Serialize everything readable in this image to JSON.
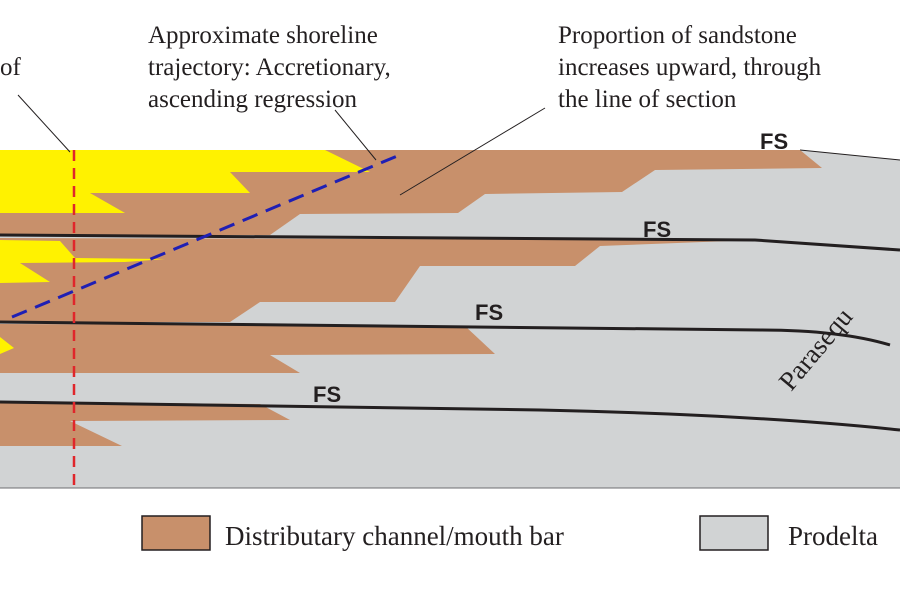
{
  "annotations": {
    "left_fragment": "of",
    "shoreline_trajectory": "Approximate shoreline\ntrajectory: Accretionary,\nascending regression",
    "sandstone_proportion": "Proportion of sandstone\nincreases upward, through\nthe line of section"
  },
  "surfaces": {
    "fs_1": "FS",
    "fs_2": "FS",
    "fs_3": "FS",
    "fs_4": "FS",
    "parasequence_fragment": "Parasequ"
  },
  "legend": {
    "distributary": "Distributary channel/mouth bar",
    "prodelta": "Prodelta"
  },
  "colors": {
    "sand_yellow": "#fff200",
    "channel_brown": "#c8906b",
    "prodelta_gray": "#d1d3d4",
    "outline": "#231f20",
    "trajectory_blue": "#1f1fb4",
    "section_red": "#e0262b"
  }
}
